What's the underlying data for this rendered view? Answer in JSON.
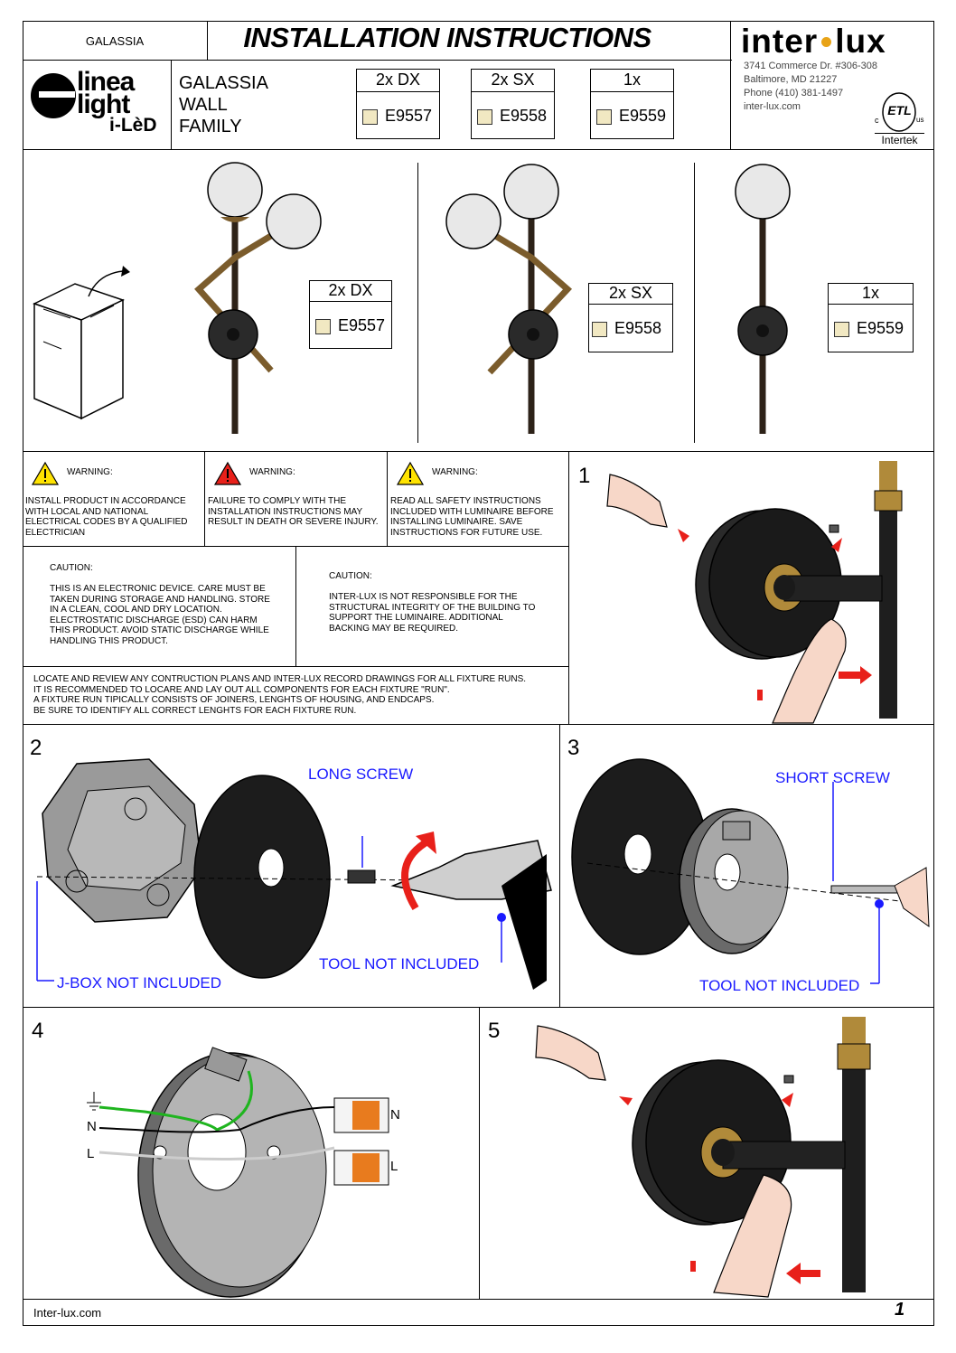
{
  "header": {
    "product_short": "GALASSIA",
    "title": "INSTALLATION INSTRUCTIONS",
    "family_lines": [
      "GALASSIA",
      "WALL",
      "FAMILY"
    ],
    "brand": {
      "left_logo_line1": "linea",
      "left_logo_line2": "light",
      "left_logo_line3": "i-LèD",
      "company_left": "inter",
      "company_right": "lux",
      "address_lines": [
        "3741 Commerce Dr. #306-308",
        "Baltimore, MD 21227",
        "Phone (410) 381-1497",
        "inter-lux.com"
      ],
      "cert": "Intertek",
      "cert_mark": "ETL",
      "cert_c": "c",
      "cert_us": "us"
    },
    "variants": [
      {
        "qty": "2x DX",
        "code": "E9557"
      },
      {
        "qty": "2x SX",
        "code": "E9558"
      },
      {
        "qty": "1x",
        "code": "E9559"
      }
    ]
  },
  "warnings": [
    {
      "title": "WARNING:",
      "text": "INSTALL PRODUCT IN ACCORDANCE WITH LOCAL AND NATIONAL ELECTRICAL CODES BY A QUALIFIED ELECTRICIAN"
    },
    {
      "title": "WARNING:",
      "text": "FAILURE TO COMPLY WITH THE INSTALLATION INSTRUCTIONS MAY RESULT IN DEATH OR SEVERE INJURY."
    },
    {
      "title": "WARNING:",
      "text": "READ ALL SAFETY INSTRUCTIONS INCLUDED WITH LUMINAIRE BEFORE INSTALLING LUMINAIRE. SAVE INSTRUCTIONS FOR FUTURE USE."
    }
  ],
  "cautions": [
    {
      "title": "CAUTION:",
      "text": "THIS IS AN ELECTRONIC DEVICE. CARE MUST BE TAKEN DURING STORAGE AND HANDLING. STORE IN A CLEAN, COOL AND DRY LOCATION. ELECTROSTATIC DISCHARGE (ESD) CAN HARM THIS PRODUCT. AVOID STATIC DISCHARGE WHILE HANDLING THIS PRODUCT."
    },
    {
      "title": "CAUTION:",
      "text": "INTER-LUX IS NOT RESPONSIBLE FOR THE STRUCTURAL INTEGRITY OF THE BUILDING TO SUPPORT THE LUMINAIRE. ADDITIONAL BACKING MAY BE REQUIRED."
    }
  ],
  "locate_lines": [
    "LOCATE AND REVIEW ANY CONTRUCTION PLANS AND INTER-LUX RECORD DRAWINGS FOR ALL FIXTURE RUNS.",
    "IT IS RECOMMENDED TO LOCARE AND LAY OUT ALL COMPONENTS FOR EACH FIXTURE \"RUN\".",
    "A FIXTURE RUN TIPICALLY CONSISTS OF JOINERS, LENGHTS OF HOUSING, AND ENDCAPS.",
    "BE SURE TO IDENTIFY ALL CORRECT LENGHTS FOR EACH FIXTURE RUN."
  ],
  "steps": {
    "s1": "1",
    "s2": "2",
    "s3": "3",
    "s4": "4",
    "s5": "5",
    "long_screw": "LONG SCREW",
    "short_screw": "SHORT SCREW",
    "tool_not_included": "TOOL NOT INCLUDED",
    "jbox_not_included": "J-BOX NOT INCLUDED",
    "wire_n": "N",
    "wire_l": "L"
  },
  "footer": {
    "site": "Inter-lux.com",
    "page": "1"
  },
  "colors": {
    "accent_blue": "#1a1aff",
    "checkbox": "#f1e8c2",
    "brand_dot": "#e8a317",
    "arrow_red": "#e8201a"
  }
}
